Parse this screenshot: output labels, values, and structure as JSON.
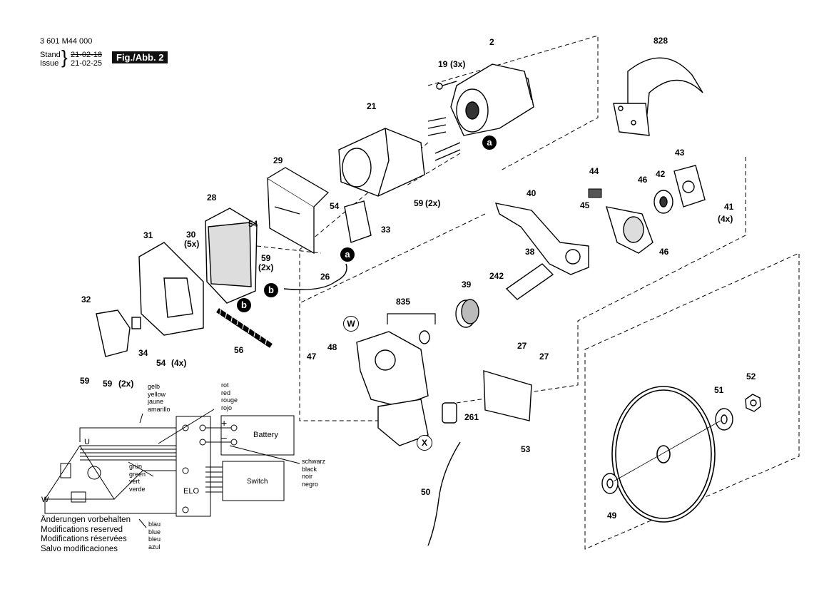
{
  "header": {
    "doc_number": "3 601 M44 000",
    "stand_label": "Stand",
    "issue_label": "Issue",
    "stand_date_old": "21-02-18",
    "issue_date": "21-02-25",
    "fig_label": "Fig./Abb. 2"
  },
  "callouts": [
    {
      "id": "c2",
      "text": "2"
    },
    {
      "id": "c19",
      "text": "19"
    },
    {
      "id": "c19q",
      "text": "(3x)"
    },
    {
      "id": "c828",
      "text": "828"
    },
    {
      "id": "c21",
      "text": "21"
    },
    {
      "id": "c29",
      "text": "29"
    },
    {
      "id": "c28",
      "text": "28"
    },
    {
      "id": "c54a",
      "text": "54"
    },
    {
      "id": "c54b",
      "text": "54"
    },
    {
      "id": "c33",
      "text": "33"
    },
    {
      "id": "c59a",
      "text": "59"
    },
    {
      "id": "c59aq",
      "text": "(2x)"
    },
    {
      "id": "c59b",
      "text": "59"
    },
    {
      "id": "c59bq",
      "text": "(2x)"
    },
    {
      "id": "c30",
      "text": "30"
    },
    {
      "id": "c30q",
      "text": "(5x)"
    },
    {
      "id": "c31",
      "text": "31"
    },
    {
      "id": "c26",
      "text": "26"
    },
    {
      "id": "c32",
      "text": "32"
    },
    {
      "id": "c34",
      "text": "34"
    },
    {
      "id": "c54c",
      "text": "54"
    },
    {
      "id": "c54cq",
      "text": "(4x)"
    },
    {
      "id": "c56",
      "text": "56"
    },
    {
      "id": "c59c",
      "text": "59"
    },
    {
      "id": "c59d",
      "text": "59"
    },
    {
      "id": "c59dq",
      "text": "(2x)"
    },
    {
      "id": "c43",
      "text": "43"
    },
    {
      "id": "c44",
      "text": "44"
    },
    {
      "id": "c46a",
      "text": "46"
    },
    {
      "id": "c42",
      "text": "42"
    },
    {
      "id": "c40",
      "text": "40"
    },
    {
      "id": "c45",
      "text": "45"
    },
    {
      "id": "c41",
      "text": "41"
    },
    {
      "id": "c41q",
      "text": "(4x)"
    },
    {
      "id": "c46b",
      "text": "46"
    },
    {
      "id": "c38",
      "text": "38"
    },
    {
      "id": "c39",
      "text": "39"
    },
    {
      "id": "c242",
      "text": "242"
    },
    {
      "id": "c835",
      "text": "835"
    },
    {
      "id": "c47",
      "text": "47"
    },
    {
      "id": "c48",
      "text": "48"
    },
    {
      "id": "c27a",
      "text": "27"
    },
    {
      "id": "c27b",
      "text": "27"
    },
    {
      "id": "c261",
      "text": "261"
    },
    {
      "id": "c53",
      "text": "53"
    },
    {
      "id": "c50",
      "text": "50"
    },
    {
      "id": "c51",
      "text": "51"
    },
    {
      "id": "c52",
      "text": "52"
    },
    {
      "id": "c49",
      "text": "49"
    }
  ],
  "badges": {
    "a1": "a",
    "a2": "a",
    "b1": "b",
    "b2": "b",
    "w": "W",
    "x": "X"
  },
  "wiring": {
    "yellow": [
      "gelb",
      "yellow",
      "jaune",
      "amarillo"
    ],
    "red": [
      "rot",
      "red",
      "rouge",
      "rojo"
    ],
    "black": [
      "schwarz",
      "black",
      "noir",
      "negro"
    ],
    "green": [
      "grün",
      "green",
      "vert",
      "verde"
    ],
    "blue": [
      "blau",
      "blue",
      "bleu",
      "azul"
    ],
    "battery_label": "Battery",
    "switch_label": "Switch",
    "elo_label": "ELO",
    "plus": "+",
    "minus": "–",
    "u_label": "U",
    "w_label": "W"
  },
  "notes": [
    "Änderungen vorbehalten",
    "Modifications reserved",
    "Modifications réservées",
    "Salvo modificaciones"
  ]
}
